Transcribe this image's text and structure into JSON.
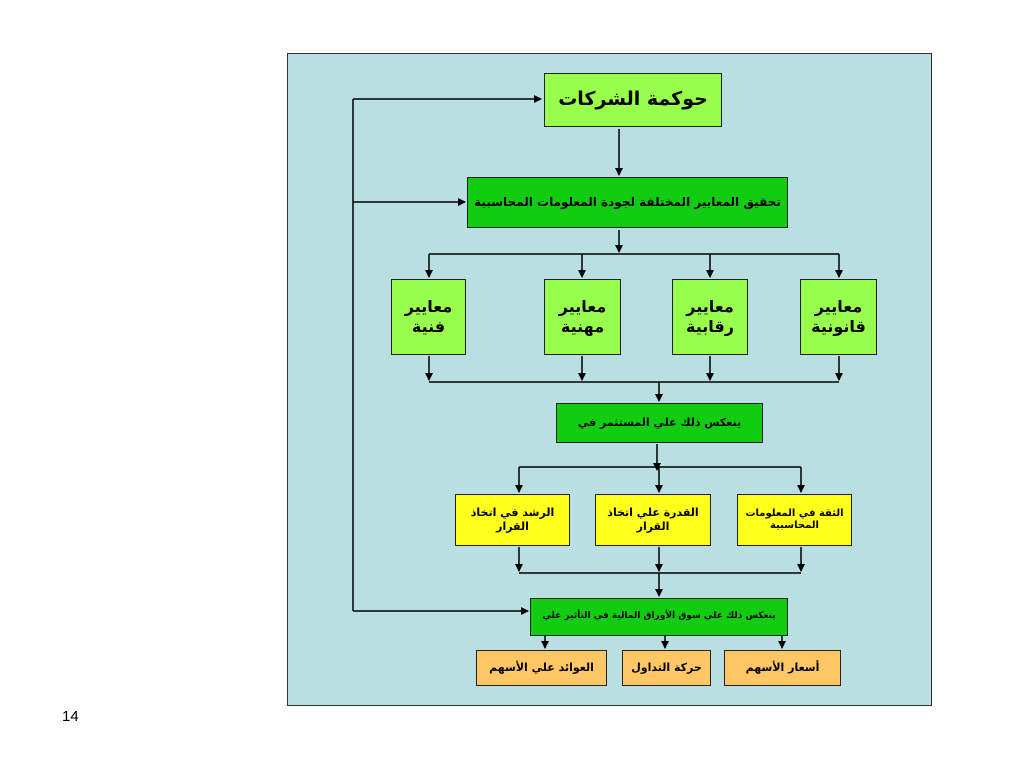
{
  "boxes": {
    "governance": "حوكمة الشركات",
    "quality_standards": "تحقيق المعايير المختلفة لجودة المعلومات المحاسبية",
    "technical": "معايير فنية",
    "professional": "معايير مهنية",
    "regulatory": "معايير رقابية",
    "legal": "معايير قانونية",
    "investor_effect": "ينعكس ذلك علي المستثمر في",
    "rationality": "الرشد في اتخاذ القرار",
    "ability": "القدرة علي اتخاذ القرار",
    "trust": "الثقة في المعلومات المحاسبية",
    "market_effect": "ينعكس ذلك علي سوق الأوراق المالية في التأثير علي",
    "returns": "العوائد علي الأسهم",
    "trading": "حركة التداول",
    "prices": "أسعار الأسهم"
  },
  "slide_number": "14",
  "colors": {
    "panel": "#b9dfe3",
    "lime_box": "#99ff4d",
    "green_box": "#11cc11",
    "yellow_box": "#ffff1e",
    "orange_box": "#ffc766"
  }
}
